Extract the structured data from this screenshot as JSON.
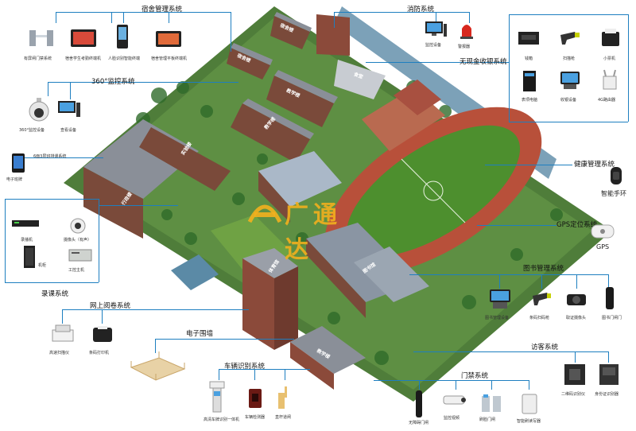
{
  "systems": {
    "dorm": {
      "title": "宿舍管理系统",
      "devices": [
        "有屏闸门禁系统",
        "宿舍学生考勤终端机",
        "人脸识别智能终端",
        "宿舍管理平板终端机"
      ]
    },
    "fire": {
      "title": "消防系统",
      "devices": [
        "监控设备",
        "警报器"
      ]
    },
    "cashless": {
      "title": "无现金收银系统",
      "devices": [
        "钱箱",
        "扫描枪",
        "小票机",
        "表项电脑",
        "收银设备",
        "4G路由器"
      ]
    },
    "monitor360": {
      "title": "360°监控系统",
      "devices": [
        "360°监控设备",
        "查看设备"
      ]
    },
    "classboard": {
      "title": "6面3层班排课系统",
      "devices": [
        "电子班牌"
      ]
    },
    "recording": {
      "title": "录课系统",
      "devices": [
        "录播机",
        "摄像头（有声）",
        "机柜",
        "工控主机"
      ]
    },
    "health": {
      "title": "健康管理系统",
      "devices": [
        "智能手环"
      ]
    },
    "gps": {
      "title": "GPS定位系统",
      "devices": [
        "GPS"
      ]
    },
    "library": {
      "title": "图书管理系统",
      "devices": [
        "图书管理设备",
        "条码扫码枪",
        "取证摄像头",
        "图书门闸门"
      ]
    },
    "exam": {
      "title": "网上阅卷系统",
      "devices": [
        "高速扫描仪",
        "条码打印机"
      ]
    },
    "fence": {
      "title": "电子围墙",
      "devices": []
    },
    "visitor": {
      "title": "访客系统",
      "devices": [
        "二维码识别仪",
        "身份证识别器"
      ]
    },
    "vehicle": {
      "title": "车辆识别系统",
      "devices": [
        "高清车牌识别一体机",
        "车辆检测器",
        "直杆道闸"
      ]
    },
    "access": {
      "title": "门禁系统",
      "devices": [
        "无障碍门闸",
        "监控视频",
        "刷脸门闸",
        "智能刷读写器"
      ]
    }
  },
  "campus": {
    "buildings": [
      "宿舍楼",
      "宿舍楼",
      "食堂",
      "教学楼",
      "教学楼",
      "实验楼",
      "行政楼",
      "体育馆",
      "图书馆",
      "教学楼"
    ],
    "logo_text": "广通达"
  },
  "colors": {
    "line": "#1e7fc0",
    "logo": "#f2b01e",
    "grass": "#4d8f2e",
    "track": "#b8503a"
  }
}
